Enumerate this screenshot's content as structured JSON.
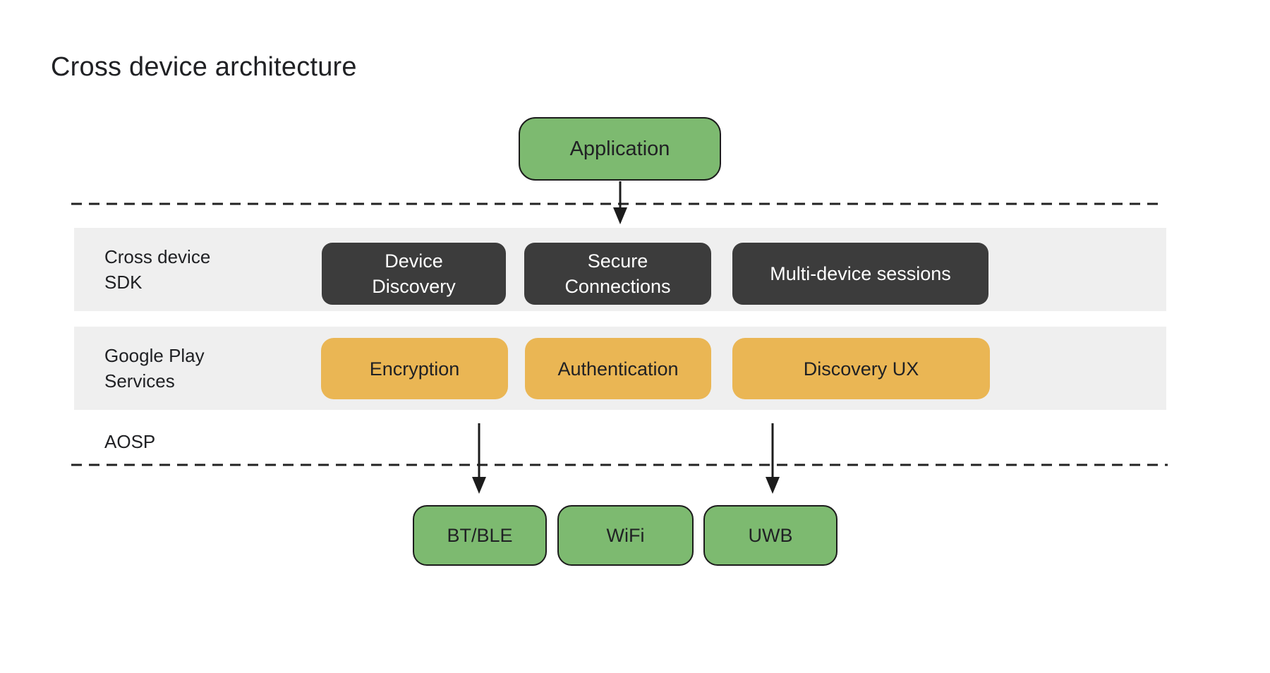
{
  "title": "Cross device architecture",
  "colors": {
    "green": "#7dba70",
    "orange": "#eab654",
    "dark": "#3c3c3c",
    "band": "#efefef",
    "ink": "#202124",
    "line": "#1c1c1c",
    "white_text": "#ffffff"
  },
  "application_box": {
    "label": "Application"
  },
  "bands": [
    {
      "label_lines": [
        "Cross device",
        "SDK"
      ],
      "boxes": [
        {
          "lines": [
            "Device",
            "Discovery"
          ]
        },
        {
          "lines": [
            "Secure",
            "Connections"
          ]
        },
        {
          "lines": [
            "Multi-device sessions"
          ]
        }
      ]
    },
    {
      "label_lines": [
        "Google Play",
        "Services"
      ],
      "boxes": [
        {
          "lines": [
            "Encryption"
          ]
        },
        {
          "lines": [
            "Authentication"
          ]
        },
        {
          "lines": [
            "Discovery UX"
          ]
        }
      ]
    }
  ],
  "aosp_label": "AOSP",
  "transport_boxes": [
    {
      "label": "BT/BLE"
    },
    {
      "label": "WiFi"
    },
    {
      "label": "UWB"
    }
  ]
}
